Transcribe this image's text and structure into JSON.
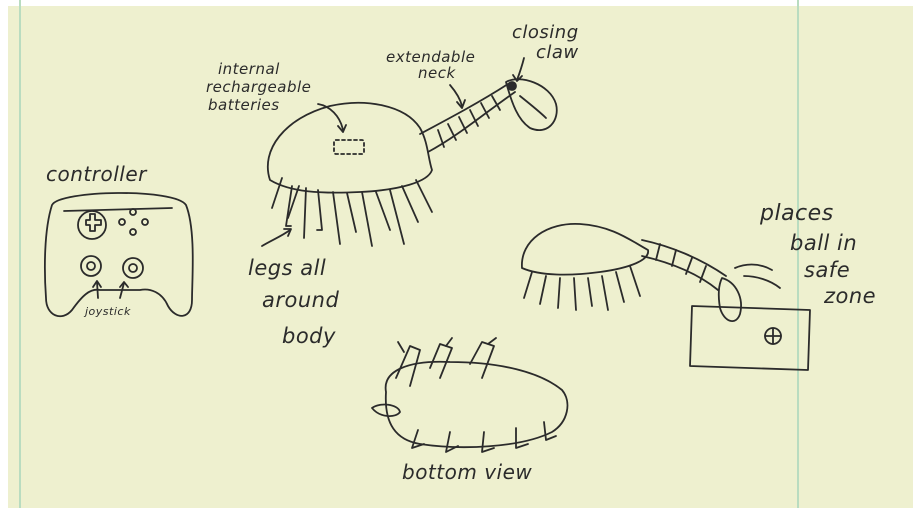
{
  "labels": {
    "controller": "controller",
    "joystick": "joystick",
    "internal_batteries_1": "internal",
    "internal_batteries_2": "rechargeable",
    "internal_batteries_3": "batteries",
    "extendable_neck_1": "extendable",
    "extendable_neck_2": "neck",
    "closing_claw_1": "closing",
    "closing_claw_2": "claw",
    "legs_1": "legs all",
    "legs_2": "around",
    "legs_3": "body",
    "places_1": "places",
    "places_2": "ball in",
    "places_3": "safe",
    "places_4": "zone",
    "bottom_view": "bottom view"
  },
  "colors": {
    "paper": "#eef0cf",
    "pencil": "#2b2b2b",
    "margin_line": "#b9dcc0"
  }
}
